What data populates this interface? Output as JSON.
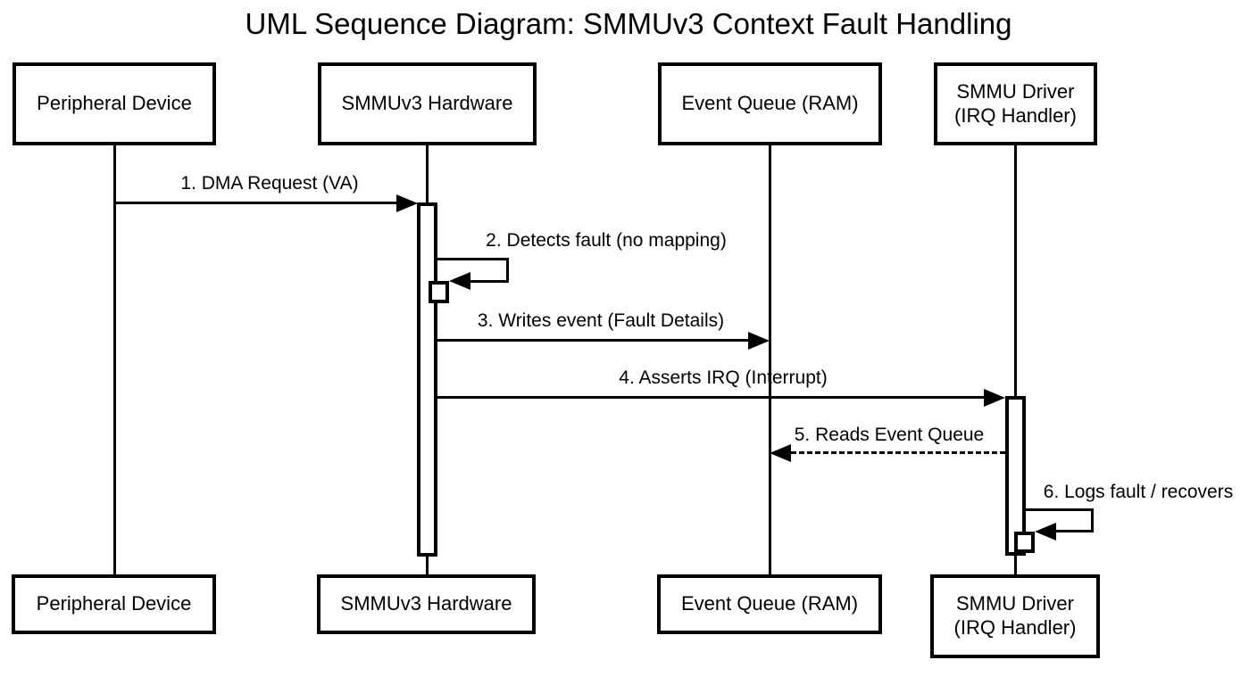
{
  "title": "UML Sequence Diagram: SMMUv3 Context Fault Handling",
  "diagram_type": "uml-sequence-diagram",
  "colors": {
    "background": "#ffffff",
    "stroke": "#000000",
    "text": "#000000",
    "box_fill": "#ffffff"
  },
  "lifelines": [
    {
      "name": "peripheral-device",
      "label": "Peripheral Device"
    },
    {
      "name": "smmuv3-hardware",
      "label": "SMMUv3 Hardware"
    },
    {
      "name": "event-queue-ram",
      "label": "Event Queue (RAM)"
    },
    {
      "name": "smmu-driver",
      "label_line1": "SMMU Driver",
      "label_line2": "(IRQ Handler)"
    }
  ],
  "messages": [
    {
      "seq": "1",
      "label": "1. DMA Request (VA)",
      "from": "Peripheral Device",
      "to": "SMMUv3 Hardware",
      "line_style": "solid",
      "kind": "call"
    },
    {
      "seq": "2",
      "label": "2. Detects fault (no mapping)",
      "from": "SMMUv3 Hardware",
      "to": "SMMUv3 Hardware",
      "line_style": "solid",
      "kind": "self"
    },
    {
      "seq": "3",
      "label": "3. Writes event (Fault Details)",
      "from": "SMMUv3 Hardware",
      "to": "Event Queue (RAM)",
      "line_style": "solid",
      "kind": "call"
    },
    {
      "seq": "4",
      "label": "4. Asserts IRQ (Interrupt)",
      "from": "SMMUv3 Hardware",
      "to": "SMMU Driver (IRQ Handler)",
      "line_style": "solid",
      "kind": "call"
    },
    {
      "seq": "5",
      "label": "5. Reads Event Queue",
      "from": "SMMU Driver (IRQ Handler)",
      "to": "Event Queue (RAM)",
      "line_style": "dashed",
      "kind": "return"
    },
    {
      "seq": "6",
      "label": "6. Logs fault / recovers",
      "from": "SMMU Driver (IRQ Handler)",
      "to": "SMMU Driver (IRQ Handler)",
      "line_style": "solid",
      "kind": "self"
    }
  ]
}
